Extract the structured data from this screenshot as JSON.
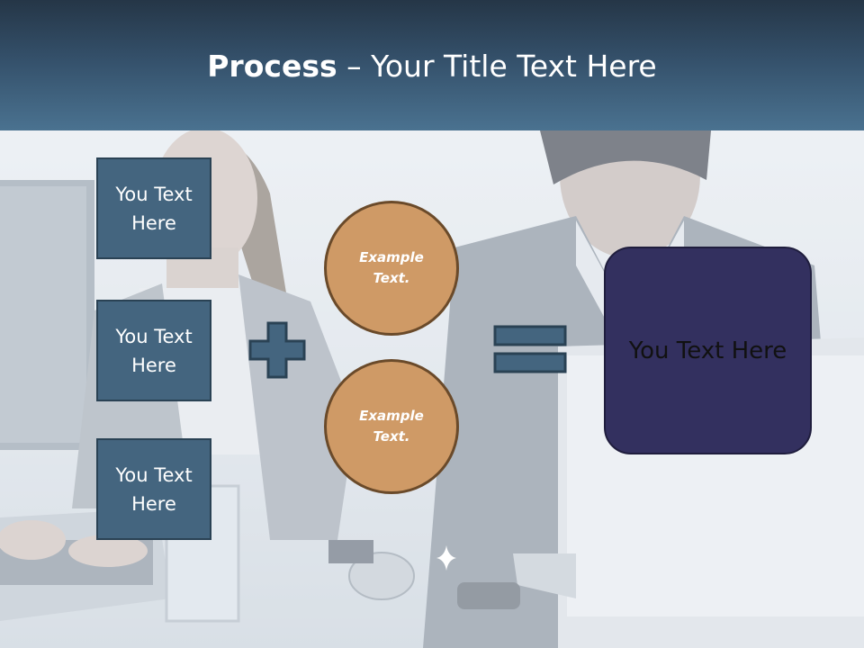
{
  "slide": {
    "title_bold": "Process",
    "title_rest": " – Your Title Text Here"
  },
  "boxes": [
    {
      "label": "You Text Here"
    },
    {
      "label": "You Text Here"
    },
    {
      "label": "You Text Here"
    }
  ],
  "operator_plus": "plus-icon",
  "circles": [
    {
      "label": "Example Text."
    },
    {
      "label": "Example Text."
    }
  ],
  "operator_equals": "equals-icon",
  "result": {
    "label": "You Text Here"
  },
  "colors": {
    "header": "#34506a",
    "box_fill": "#44657f",
    "circle_fill": "#cf9a66",
    "result_fill": "#33305f"
  }
}
